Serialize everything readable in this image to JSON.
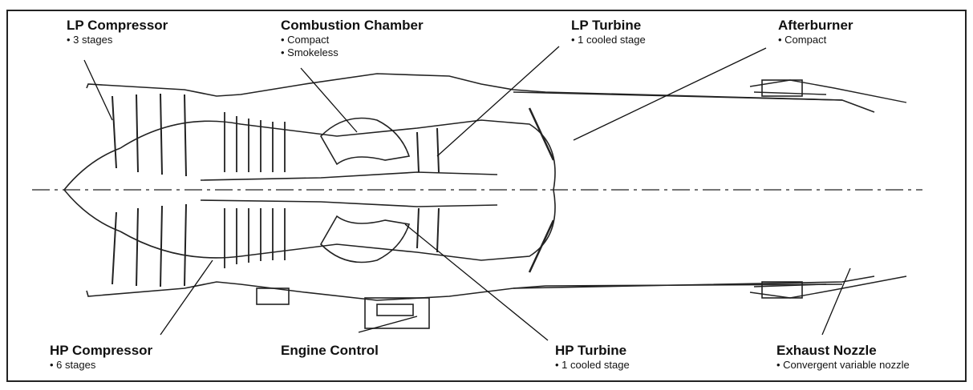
{
  "diagram": {
    "subject": "Afterburning turbofan engine cross-section",
    "callouts": [
      {
        "id": "lp-compressor",
        "title": "LP Compressor",
        "notes": [
          "3 stages"
        ]
      },
      {
        "id": "combustion-chamber",
        "title": "Combustion Chamber",
        "notes": [
          "Compact",
          "Smokeless"
        ]
      },
      {
        "id": "lp-turbine",
        "title": "LP Turbine",
        "notes": [
          "1 cooled stage"
        ]
      },
      {
        "id": "afterburner",
        "title": "Afterburner",
        "notes": [
          "Compact"
        ]
      },
      {
        "id": "hp-compressor",
        "title": "HP Compressor",
        "notes": [
          "6 stages"
        ]
      },
      {
        "id": "engine-control",
        "title": "Engine Control",
        "notes": []
      },
      {
        "id": "hp-turbine",
        "title": "HP Turbine",
        "notes": [
          "1 cooled stage"
        ]
      },
      {
        "id": "exhaust-nozzle",
        "title": "Exhaust Nozzle",
        "notes": [
          "Convergent variable nozzle"
        ]
      }
    ]
  }
}
